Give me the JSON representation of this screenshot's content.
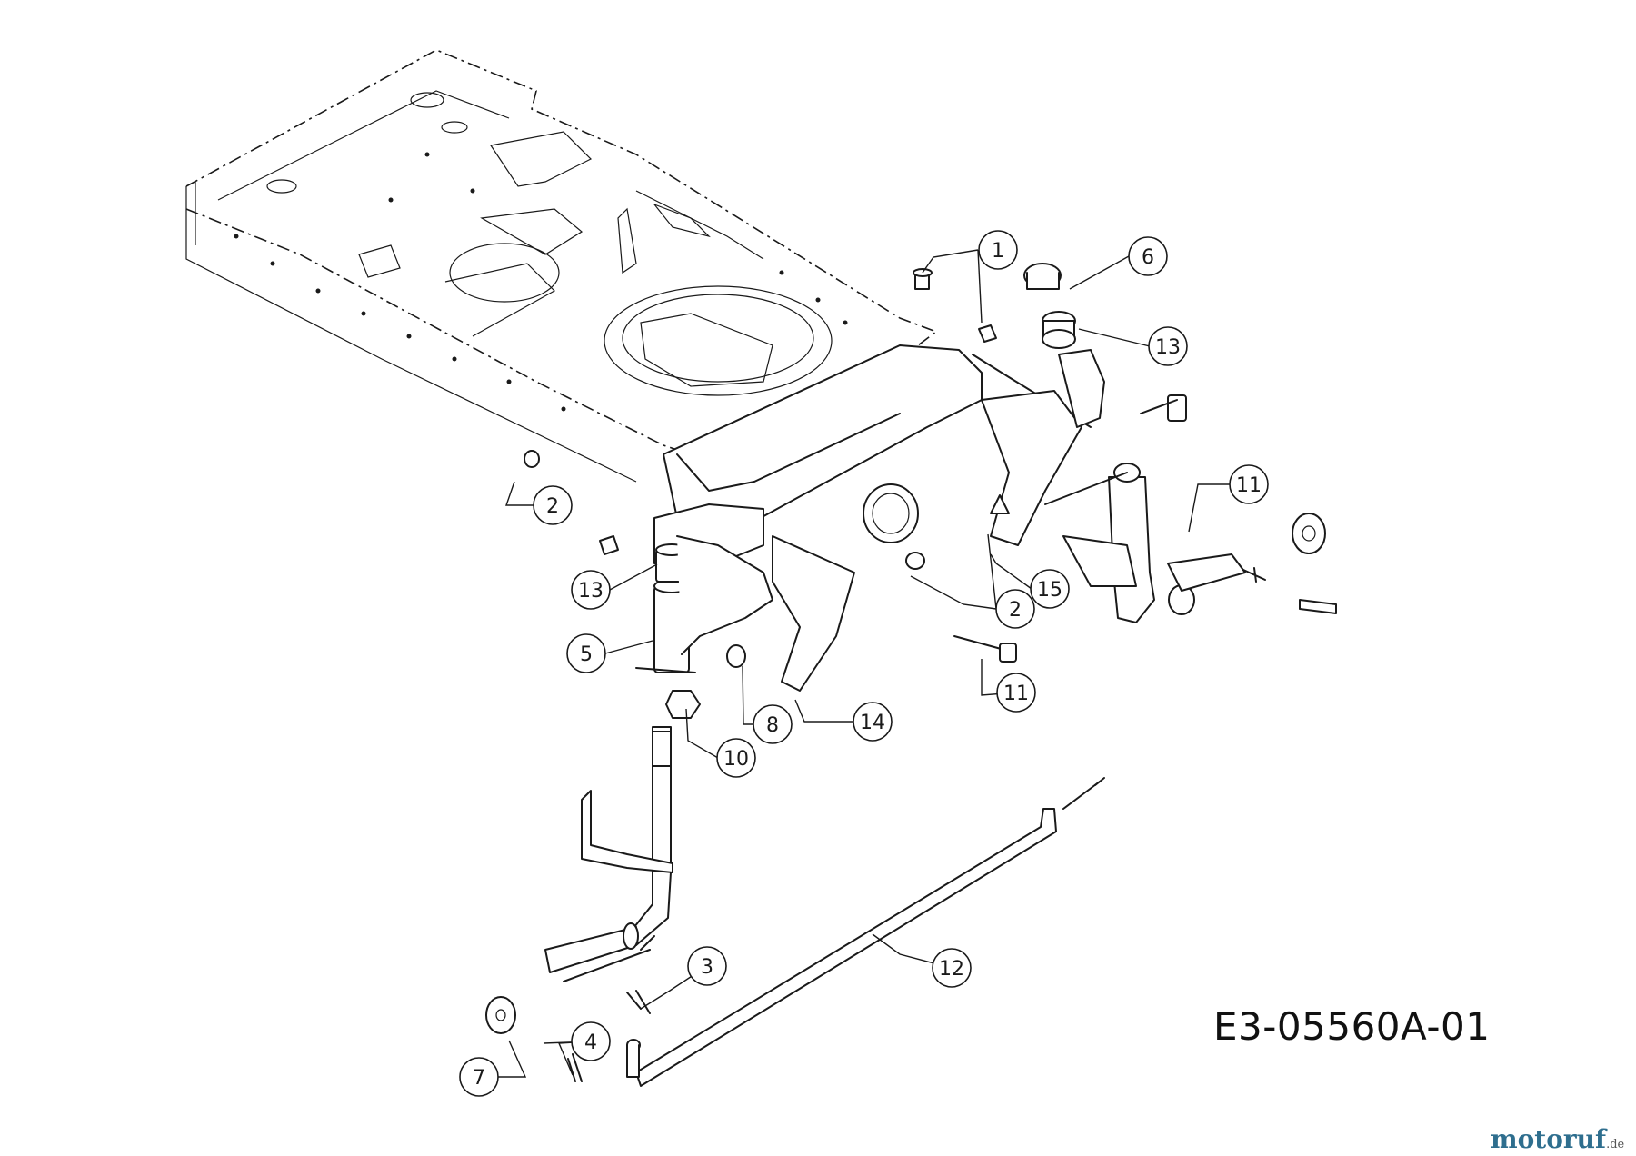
{
  "diagram": {
    "drawing_code": "E3-05560A-01",
    "watermark": {
      "brand": "motoruf",
      "tld": ".de"
    },
    "callouts": [
      {
        "id": "c1",
        "label": "1"
      },
      {
        "id": "c6",
        "label": "6"
      },
      {
        "id": "c13a",
        "label": "13"
      },
      {
        "id": "c11a",
        "label": "11"
      },
      {
        "id": "c2a",
        "label": "2"
      },
      {
        "id": "c13b",
        "label": "13"
      },
      {
        "id": "c5",
        "label": "5"
      },
      {
        "id": "c2b",
        "label": "2"
      },
      {
        "id": "c15",
        "label": "15"
      },
      {
        "id": "c11b",
        "label": "11"
      },
      {
        "id": "c8",
        "label": "8"
      },
      {
        "id": "c14",
        "label": "14"
      },
      {
        "id": "c10",
        "label": "10"
      },
      {
        "id": "c3",
        "label": "3"
      },
      {
        "id": "c12",
        "label": "12"
      },
      {
        "id": "c4",
        "label": "4"
      },
      {
        "id": "c7",
        "label": "7"
      }
    ]
  }
}
